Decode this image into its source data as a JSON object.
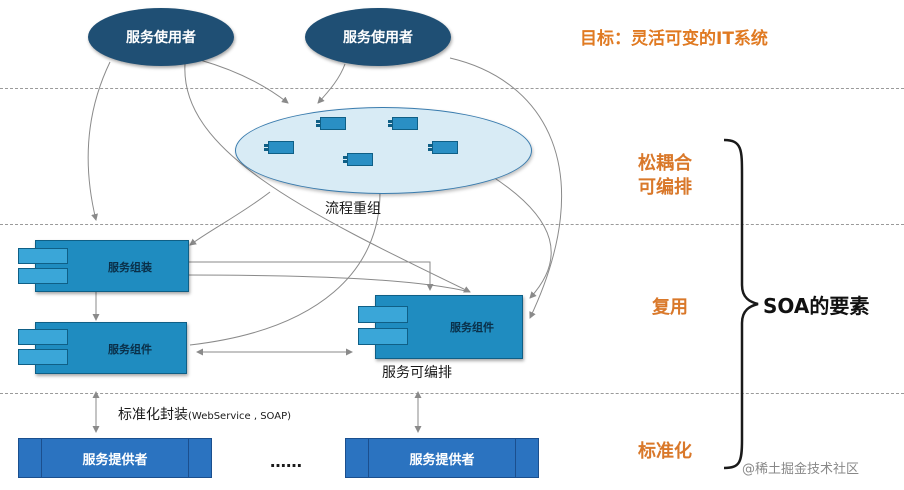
{
  "consumers": [
    {
      "label": "服务使用者"
    },
    {
      "label": "服务使用者"
    }
  ],
  "goal_text": "目标：灵活可变的IT系统",
  "flow_label": "流程重组",
  "components": {
    "assembly": "服务组装",
    "component_left": "服务组件",
    "component_right": "服务组件",
    "orchestrable": "服务可编排"
  },
  "standard_label": "标准化封装",
  "standard_detail": "(WebService , SOAP)",
  "providers": [
    {
      "label": "服务提供者"
    },
    {
      "label": "服务提供者"
    }
  ],
  "ellipsis": "……",
  "layers": {
    "loose_coupling_line1": "松耦合",
    "loose_coupling_line2": "可编排",
    "reuse": "复用",
    "standardization": "标准化"
  },
  "soa_elements": "SOA的要素",
  "watermark": "@稀土掘金技术社区"
}
